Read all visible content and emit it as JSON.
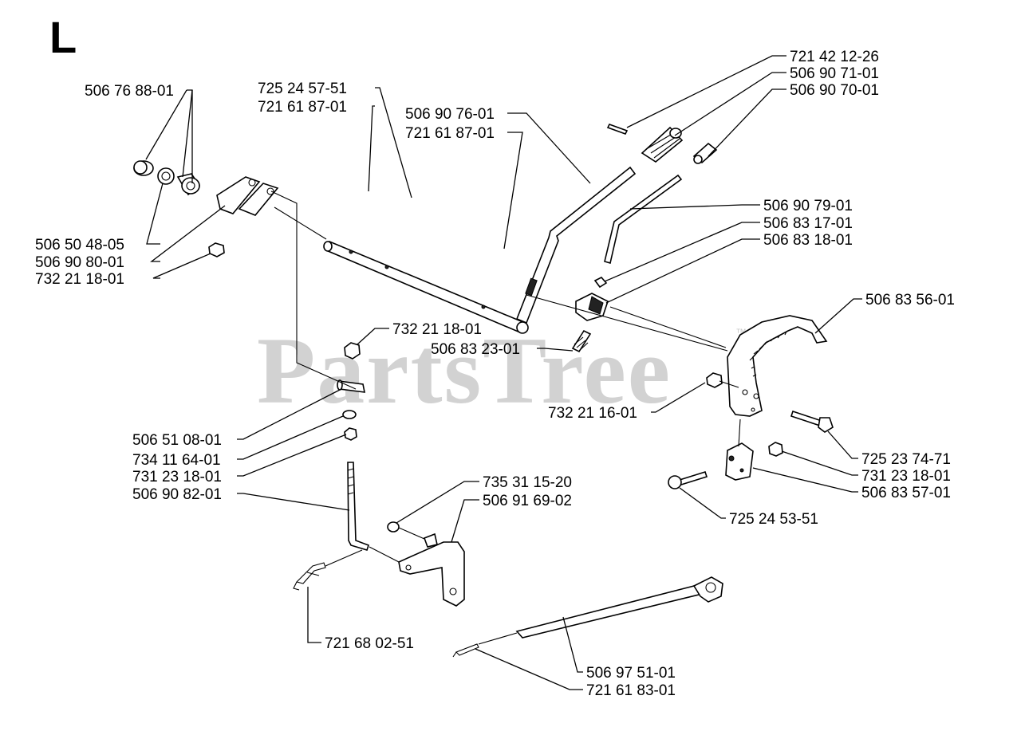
{
  "section_letter": "L",
  "watermark": "PartsTree",
  "watermark_tm": "™",
  "callouts": {
    "c1": "506 76 88-01",
    "c2": "725 24 57-51",
    "c3": "721 61 87-01",
    "c4": "506 90 76-01",
    "c5": "721 61 87-01",
    "c6": "721 42 12-26",
    "c7": "506 90 71-01",
    "c8": "506 90 70-01",
    "c9": "506 90 79-01",
    "c10": "506 83 17-01",
    "c11": "506 83 18-01",
    "c12": "506 50 48-05",
    "c13": "506 90 80-01",
    "c14": "732 21 18-01",
    "c15": "506 83 56-01",
    "c16": "732 21 18-01",
    "c17": "506 83 23-01",
    "c18": "732 21 16-01",
    "c19": "506 51 08-01",
    "c20": "734 11 64-01",
    "c21": "731 23 18-01",
    "c22": "506 90 82-01",
    "c23": "725 23 74-71",
    "c24": "731 23 18-01",
    "c25": "506 83 57-01",
    "c26": "735 31 15-20",
    "c27": "506 91 69-02",
    "c28": "725 24 53-51",
    "c29": "721 68 02-51",
    "c30": "506 97 51-01",
    "c31": "721 61 83-01"
  }
}
